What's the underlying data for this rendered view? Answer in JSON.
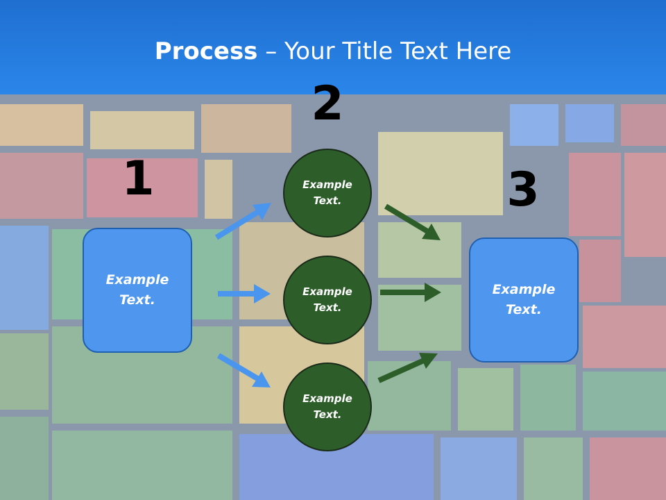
{
  "title": {
    "bold": "Process",
    "rest": " – Your Title Text Here"
  },
  "steps": [
    "1",
    "2",
    "3"
  ],
  "left_box": {
    "text": "Example Text."
  },
  "right_box": {
    "text": "Example Text."
  },
  "circles": [
    {
      "text": "Example Text."
    },
    {
      "text": "Example Text."
    },
    {
      "text": "Example Text."
    }
  ],
  "colors": {
    "header": "#2b86ea",
    "box_fill": "#4f97ee",
    "circle_fill": "#2d5e2a",
    "blue_arrow": "#4a96ee",
    "green_arrow": "#2d5e2a"
  }
}
